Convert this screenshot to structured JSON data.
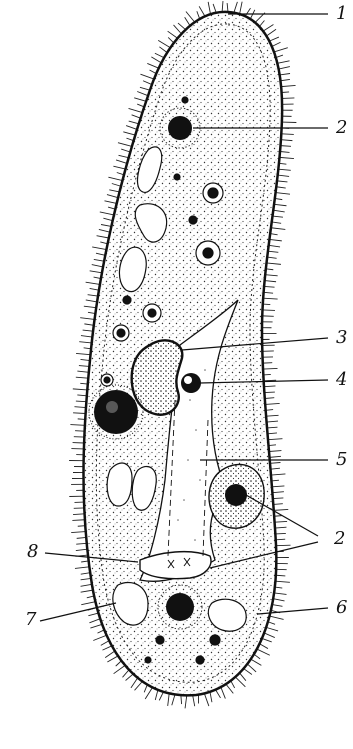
{
  "figure": {
    "labels": [
      {
        "id": "label-1",
        "text": "1"
      },
      {
        "id": "label-2-top",
        "text": "2"
      },
      {
        "id": "label-3",
        "text": "3"
      },
      {
        "id": "label-4",
        "text": "4"
      },
      {
        "id": "label-5",
        "text": "5"
      },
      {
        "id": "label-2-bottom",
        "text": "2"
      },
      {
        "id": "label-6",
        "text": "6"
      },
      {
        "id": "label-7",
        "text": "7"
      },
      {
        "id": "label-8",
        "text": "8"
      }
    ]
  }
}
